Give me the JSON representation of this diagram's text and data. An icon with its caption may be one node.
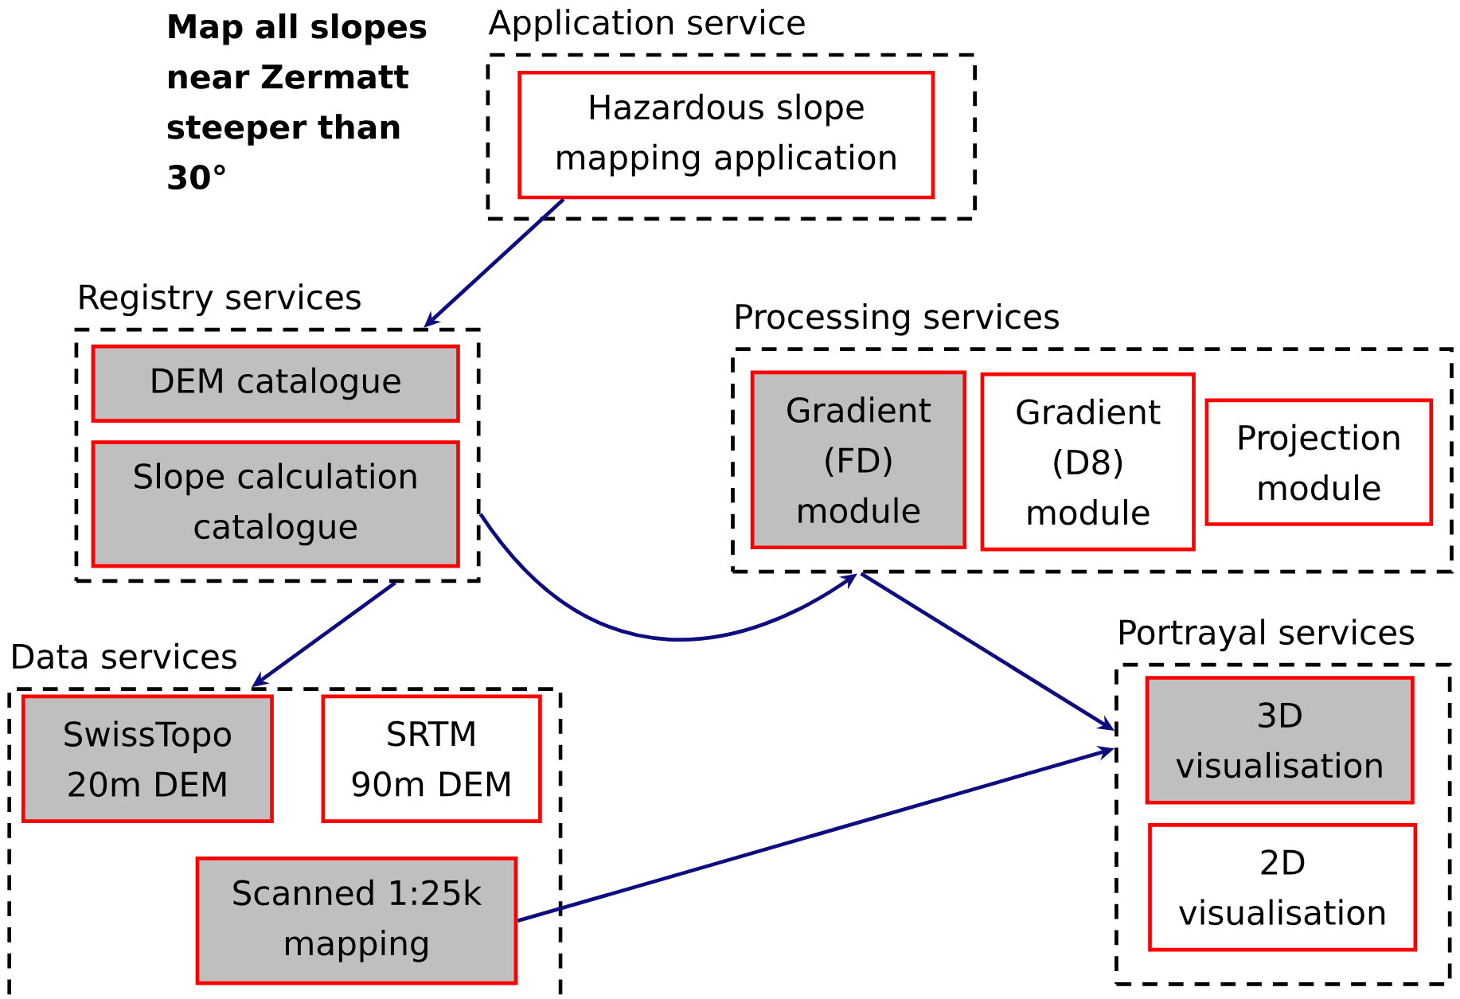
{
  "diagram": {
    "nodes": [
      {
        "text": [
          "Application service"
        ]
      },
      {
        "text": [
          "Hazardous slope mapping application"
        ],
        "in": 0
      },
      {
        "text": [
          "Registry services"
        ]
      },
      {
        "text": [
          "DEM catalogue"
        ],
        "in": 2
      },
      {
        "text": [
          "Slope calculation catalogue"
        ],
        "in": 2
      },
      {
        "text": [
          "Processing services"
        ]
      },
      {
        "text": [
          "Gradient (FD) module"
        ],
        "in": 5
      },
      {
        "text": [
          "Gradient (D8) module"
        ],
        "in": 5
      },
      {
        "text": [
          "Projection module"
        ],
        "in": 5
      },
      {
        "text": [
          "Data services"
        ]
      },
      {
        "text": [
          "SwissTopo 20m DEM"
        ],
        "in": 9
      },
      {
        "text": [
          "SRTM 90m DEM"
        ],
        "in": 9
      },
      {
        "text": [
          "Scanned 1:25k mapping"
        ],
        "in": 9
      },
      {
        "text": [
          "Portrayal services"
        ]
      },
      {
        "text": [
          "3D visualisation"
        ],
        "in": 13
      },
      {
        "text": [
          "2D visualisation"
        ],
        "in": 13
      }
    ],
    "edges": [
      {
        "from": 1,
        "to": 2,
        "arrow": "to"
      },
      {
        "from": 2,
        "to": 9,
        "arrow": "to"
      },
      {
        "from": 2,
        "to": 5,
        "arrow": "to"
      },
      {
        "from": 5,
        "to": 13,
        "arrow": "to"
      },
      {
        "from": 12,
        "to": 13,
        "arrow": "to"
      }
    ],
    "labels": [
      "Map all slopes near Zermatt steeper than 30°"
    ]
  }
}
